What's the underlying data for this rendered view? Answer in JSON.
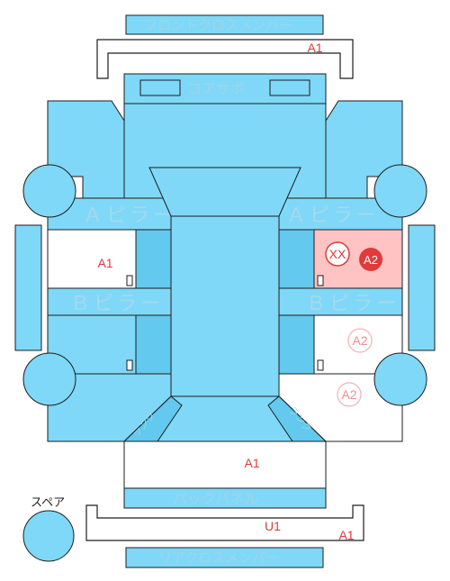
{
  "parts": {
    "front_cross_member": "フロントクロスメンバー",
    "core_support": "コアサポ",
    "a_pillar_left": "Ａピラー",
    "a_pillar_right": "Ａピラー",
    "b_pillar_left": "Ｂピラー",
    "b_pillar_right": "Ｂピラー",
    "back_panel": "パックパネル",
    "rear_cross_member": "リアクロスメンバー",
    "trunk_left": "ランク",
    "trunk_right": "ランク",
    "spare": "スペア"
  },
  "codes": {
    "front_cross_member": "A1",
    "left_front_door": "A1",
    "right_front_xx": "XX",
    "right_front_door": "A2",
    "right_rear_door": "A2",
    "right_rear_quarter": "A2",
    "trunk_floor": "A1",
    "rear_cross_u1": "U1",
    "rear_cross_a1": "A1"
  },
  "colors": {
    "panel": "#7fd8f7",
    "panel_dark": "#63c9ee",
    "damage_fill": "#ffc3c3",
    "code_red": "#e03a3a",
    "code_pink": "#f08d8d"
  }
}
